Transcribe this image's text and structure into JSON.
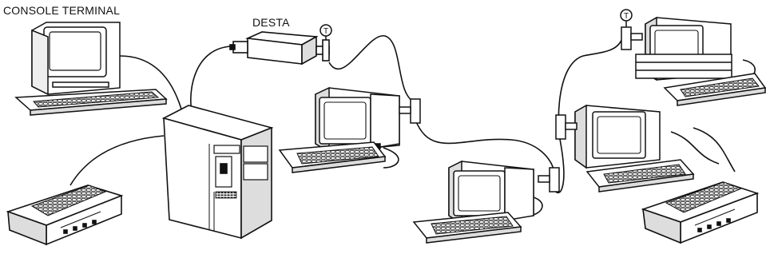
{
  "labels": {
    "console_terminal": "CONSOLE TERMINAL",
    "desta": "DESTA",
    "terminator": "T"
  },
  "icons": {
    "computer": "computer-cabinet-icon",
    "terminal": "terminal-icon",
    "keyboard": "keyboard-icon",
    "printer": "printer-icon",
    "transceiver": "desta-transceiver-icon",
    "terminator": "terminator-icon",
    "t_connector": "t-connector-icon"
  },
  "colors": {
    "line": "#111111",
    "background": "#ffffff",
    "screen": "#222222"
  }
}
